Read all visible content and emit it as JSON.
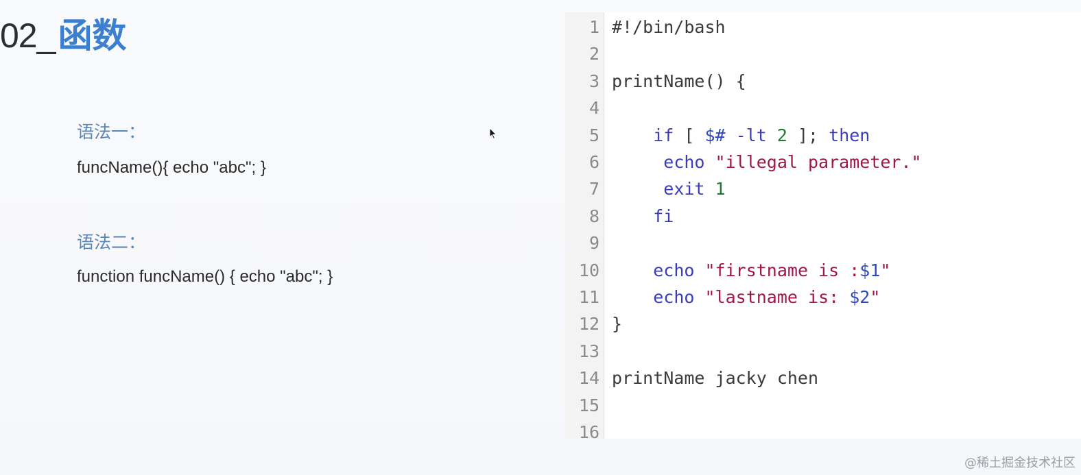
{
  "slide": {
    "title_num": "02_",
    "title_cn": "函数",
    "syntax1": {
      "label": "语法一：",
      "code": "funcName(){ echo \"abc\"; }"
    },
    "syntax2": {
      "label": "语法二：",
      "code": "function funcName() { echo \"abc\"; }"
    }
  },
  "editor": {
    "lines": [
      {
        "n": "1",
        "tokens": [
          {
            "t": "#!/bin/bash",
            "c": "plain"
          }
        ]
      },
      {
        "n": "2",
        "tokens": []
      },
      {
        "n": "3",
        "tokens": [
          {
            "t": "printName() {",
            "c": "plain"
          }
        ]
      },
      {
        "n": "4",
        "tokens": []
      },
      {
        "n": "5",
        "tokens": [
          {
            "t": "    ",
            "c": "plain"
          },
          {
            "t": "if",
            "c": "kw"
          },
          {
            "t": " [ ",
            "c": "plain"
          },
          {
            "t": "$#",
            "c": "var"
          },
          {
            "t": " -lt ",
            "c": "kw"
          },
          {
            "t": "2",
            "c": "num"
          },
          {
            "t": " ]; ",
            "c": "plain"
          },
          {
            "t": "then",
            "c": "kw"
          }
        ]
      },
      {
        "n": "6",
        "tokens": [
          {
            "t": "     ",
            "c": "plain"
          },
          {
            "t": "echo",
            "c": "kw"
          },
          {
            "t": " ",
            "c": "plain"
          },
          {
            "t": "\"illegal parameter.\"",
            "c": "str"
          }
        ]
      },
      {
        "n": "7",
        "tokens": [
          {
            "t": "     ",
            "c": "plain"
          },
          {
            "t": "exit",
            "c": "kw"
          },
          {
            "t": " ",
            "c": "plain"
          },
          {
            "t": "1",
            "c": "num"
          }
        ]
      },
      {
        "n": "8",
        "tokens": [
          {
            "t": "    ",
            "c": "plain"
          },
          {
            "t": "fi",
            "c": "kw"
          }
        ]
      },
      {
        "n": "9",
        "tokens": []
      },
      {
        "n": "10",
        "tokens": [
          {
            "t": "    ",
            "c": "plain"
          },
          {
            "t": "echo",
            "c": "kw"
          },
          {
            "t": " ",
            "c": "plain"
          },
          {
            "t": "\"firstname is :",
            "c": "str"
          },
          {
            "t": "$1",
            "c": "var"
          },
          {
            "t": "\"",
            "c": "str"
          }
        ]
      },
      {
        "n": "11",
        "tokens": [
          {
            "t": "    ",
            "c": "plain"
          },
          {
            "t": "echo",
            "c": "kw"
          },
          {
            "t": " ",
            "c": "plain"
          },
          {
            "t": "\"lastname is: ",
            "c": "str"
          },
          {
            "t": "$2",
            "c": "var"
          },
          {
            "t": "\"",
            "c": "str"
          }
        ]
      },
      {
        "n": "12",
        "tokens": [
          {
            "t": "}",
            "c": "plain"
          }
        ]
      },
      {
        "n": "13",
        "tokens": []
      },
      {
        "n": "14",
        "tokens": [
          {
            "t": "printName jacky chen",
            "c": "plain"
          }
        ]
      },
      {
        "n": "15",
        "tokens": []
      },
      {
        "n": "16",
        "tokens": []
      }
    ]
  },
  "icons": {
    "cursor": "mouse-pointer-icon"
  },
  "watermark": "@稀土掘金技术社区"
}
